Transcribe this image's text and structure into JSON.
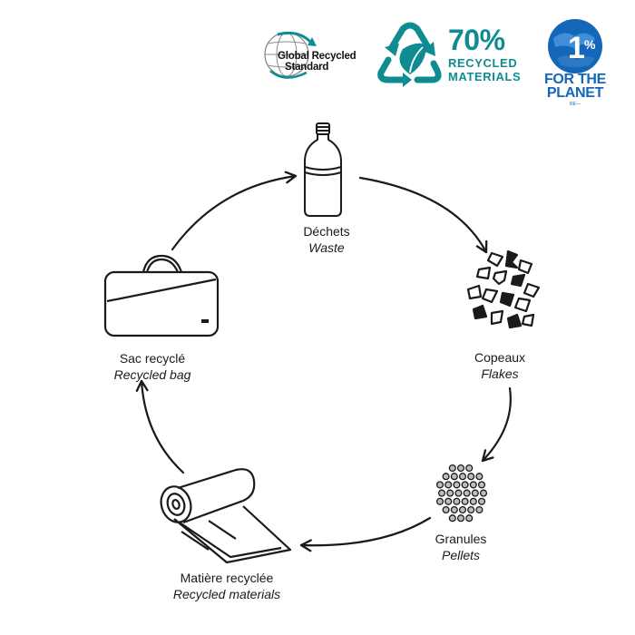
{
  "badges": {
    "grs_line1": "Global Recycled",
    "grs_line2": "Standard",
    "recycled_percent": "70%",
    "recycled_line1": "RECYCLED",
    "recycled_line2": "MATERIALS",
    "ftp_percent": "1%",
    "ftp_line1": "FOR THE",
    "ftp_line2": "PLANET",
    "ftp_sub": "RE—"
  },
  "cycle": {
    "steps": [
      {
        "fr": "Déchets",
        "en": "Waste"
      },
      {
        "fr": "Copeaux",
        "en": "Flakes"
      },
      {
        "fr": "Granules",
        "en": "Pellets"
      },
      {
        "fr": "Matière recyclée",
        "en": "Recycled materials"
      },
      {
        "fr": "Sac recyclé",
        "en": "Recycled bag"
      }
    ]
  },
  "colors": {
    "line": "#1a1a1a",
    "teal": "#0f8c91",
    "planet_blue": "#1466b8"
  },
  "icons": [
    "globe-icon",
    "recycle-leaf-icon",
    "one-percent-planet-icon",
    "bottle-icon",
    "flakes-icon",
    "pellets-icon",
    "roll-icon",
    "bag-icon"
  ]
}
